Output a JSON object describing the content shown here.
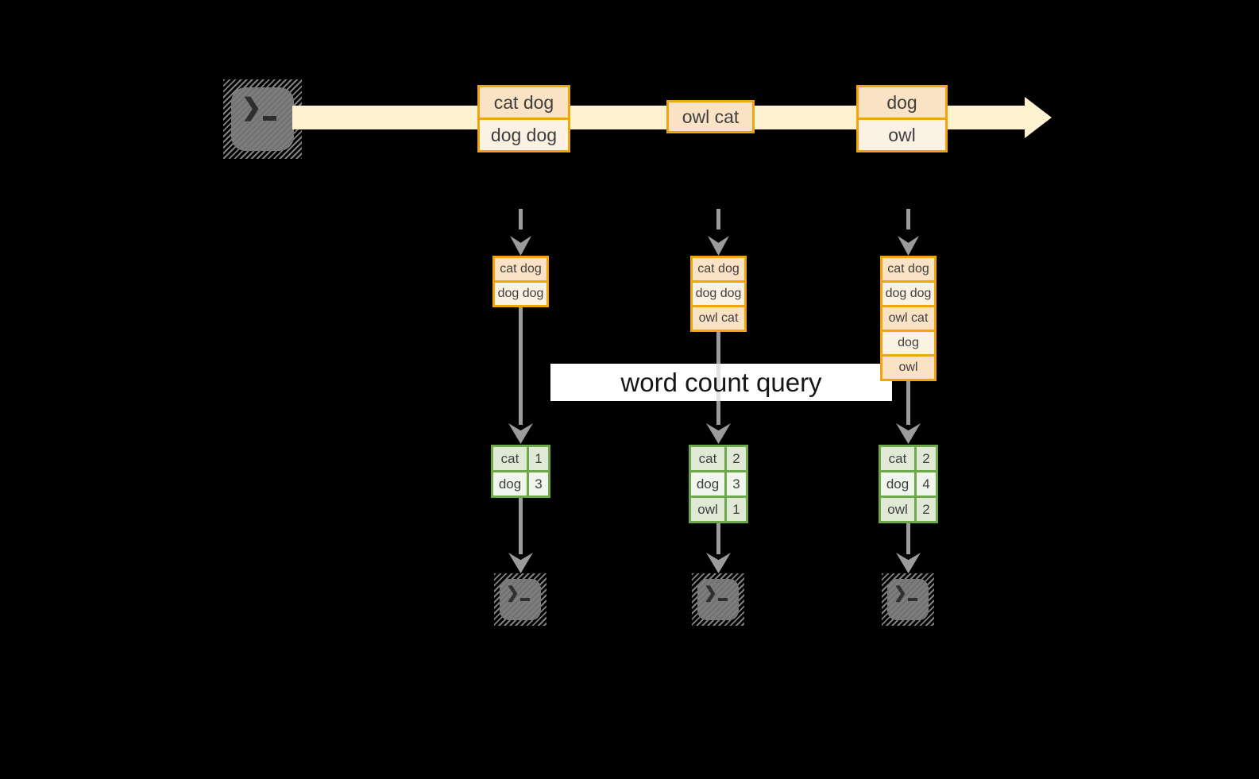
{
  "query_label": "word count query",
  "timeline": {
    "events": [
      {
        "lines": [
          "cat dog",
          "dog dog"
        ]
      },
      {
        "lines": [
          "owl cat"
        ]
      },
      {
        "lines": [
          "dog",
          "owl"
        ]
      }
    ]
  },
  "columns": [
    {
      "state": [
        "cat dog",
        "dog dog"
      ],
      "counts": [
        {
          "word": "cat",
          "count": "1"
        },
        {
          "word": "dog",
          "count": "3"
        }
      ]
    },
    {
      "state": [
        "cat dog",
        "dog dog",
        "owl cat"
      ],
      "counts": [
        {
          "word": "cat",
          "count": "2"
        },
        {
          "word": "dog",
          "count": "3"
        },
        {
          "word": "owl",
          "count": "1"
        }
      ]
    },
    {
      "state": [
        "cat dog",
        "dog dog",
        "owl cat",
        "dog",
        "owl"
      ],
      "counts": [
        {
          "word": "cat",
          "count": "2"
        },
        {
          "word": "dog",
          "count": "4"
        },
        {
          "word": "owl",
          "count": "2"
        }
      ]
    }
  ],
  "icons": {
    "terminal_glyph": "❯"
  },
  "colors": {
    "orange_border": "#F1A40B",
    "orange_fill_dark": "#FAE3C4",
    "orange_fill_light": "#FCF2E3",
    "green_border": "#6FA84C",
    "green_fill_dark": "#DFE9D6",
    "green_fill_light": "#F1F6ED",
    "timeline_arrow": "#FDF2CF",
    "connector_gray": "#9B9B9B",
    "background": "#000000"
  }
}
